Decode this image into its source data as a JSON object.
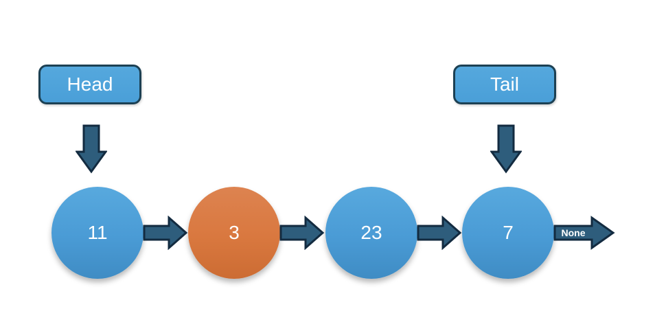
{
  "diagram": {
    "type": "singly-linked-list",
    "head_label": "Head",
    "tail_label": "Tail",
    "none_label": "None"
  },
  "nodes": [
    {
      "value": "11",
      "color": "blue"
    },
    {
      "value": "3",
      "color": "orange"
    },
    {
      "value": "23",
      "color": "blue"
    },
    {
      "value": "7",
      "color": "blue"
    }
  ],
  "colors": {
    "box_fill": "#4a9fd8",
    "box_fill_light": "#55a8dd",
    "box_border": "#1c4053",
    "node_blue": "#4a9bd5",
    "node_blue_light": "#58a9de",
    "node_blue_dark": "#3f8cc4",
    "node_orange": "#d9783f",
    "node_orange_light": "#dd8350",
    "node_orange_dark": "#cc6c33",
    "arrow_fill": "#2e5d7c",
    "arrow_border": "#132b40",
    "text_color": "#ffffff"
  }
}
